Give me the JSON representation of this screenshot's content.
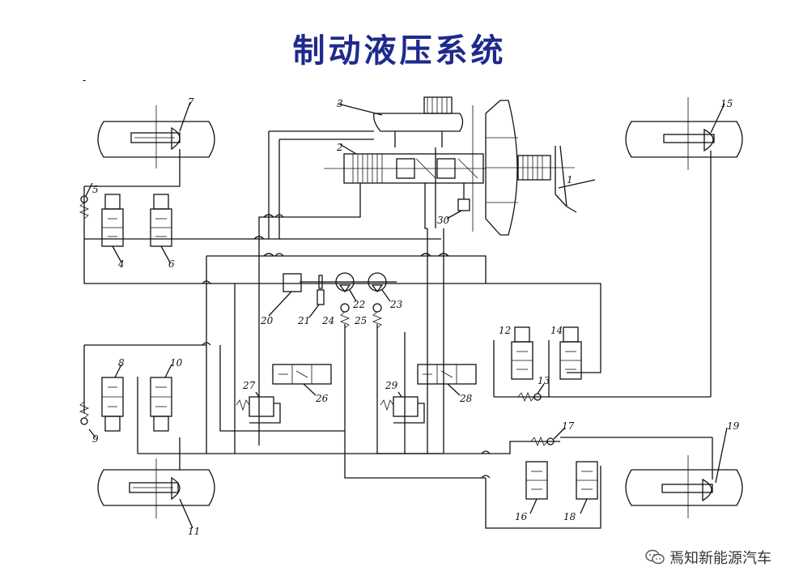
{
  "title": "制动液压系统",
  "stray_mark": "-",
  "colors": {
    "title": "#1f2a8c",
    "lines": "#111111",
    "watermark": "#333333"
  },
  "labels": {
    "n1": "1",
    "n2": "2",
    "n3": "3",
    "n4": "4",
    "n5": "5",
    "n6": "6",
    "n7": "7",
    "n8": "8",
    "n9": "9",
    "n10": "10",
    "n11": "11",
    "n12": "12",
    "n13": "13",
    "n14": "14",
    "n15": "15",
    "n16": "16",
    "n17": "17",
    "n18": "18",
    "n19": "19",
    "n20": "20",
    "n21": "21",
    "n22": "22",
    "n23": "23",
    "n24": "24",
    "n25": "25",
    "n26": "26",
    "n27": "27",
    "n28": "28",
    "n29": "29",
    "n30": "30"
  },
  "watermark": {
    "icon": "wechat-icon",
    "text": "焉知新能源汽车"
  }
}
